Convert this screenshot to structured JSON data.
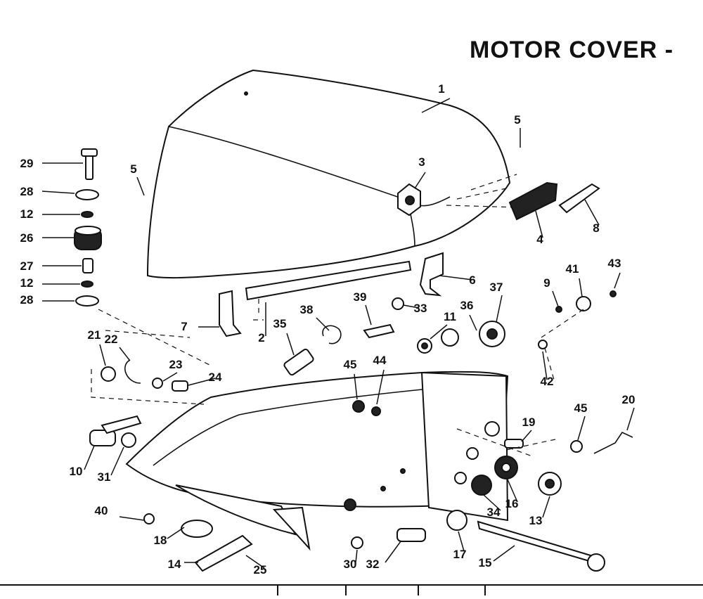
{
  "title": "MOTOR COVER -",
  "callouts": [
    "1",
    "3",
    "5",
    "5",
    "29",
    "28",
    "12",
    "26",
    "27",
    "12",
    "28",
    "4",
    "8",
    "6",
    "7",
    "2",
    "38",
    "39",
    "33",
    "35",
    "36",
    "37",
    "41",
    "43",
    "9",
    "11",
    "21",
    "22",
    "23",
    "24",
    "45",
    "44",
    "42",
    "10",
    "31",
    "19",
    "45",
    "20",
    "40",
    "18",
    "14",
    "25",
    "30",
    "32",
    "17",
    "15",
    "34",
    "16",
    "13"
  ]
}
